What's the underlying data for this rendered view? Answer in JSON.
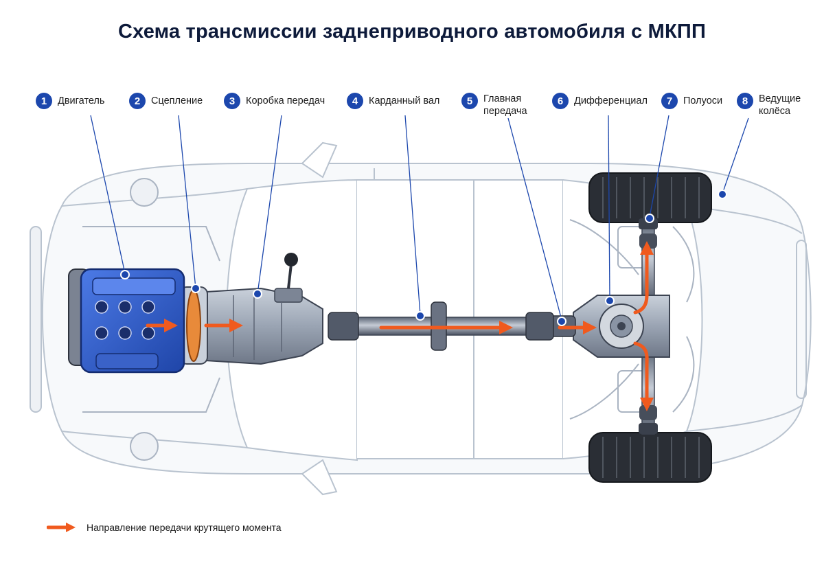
{
  "title": "Схема трансмиссии заднеприводного автомобиля с МКПП",
  "callouts": [
    {
      "num": "1",
      "lines": [
        "Двигатель"
      ]
    },
    {
      "num": "2",
      "lines": [
        "Сцепление"
      ]
    },
    {
      "num": "3",
      "lines": [
        "Коробка передач"
      ]
    },
    {
      "num": "4",
      "lines": [
        "Карданный вал"
      ]
    },
    {
      "num": "5",
      "lines": [
        "Главная",
        "передача"
      ]
    },
    {
      "num": "6",
      "lines": [
        "Дифференциал"
      ]
    },
    {
      "num": "7",
      "lines": [
        "Полуоси"
      ]
    },
    {
      "num": "8",
      "lines": [
        "Ведущие",
        "колёса"
      ]
    }
  ],
  "legend": {
    "text": "Направление передачи крутящего момента"
  },
  "colors": {
    "badge": "#1c47ad",
    "torque_arrow": "#f05a1e",
    "engine": "#2f5fd0",
    "leader_line": "#1c47ad",
    "car_outline": "#b9c3cf",
    "metal": "#8a94a4"
  }
}
